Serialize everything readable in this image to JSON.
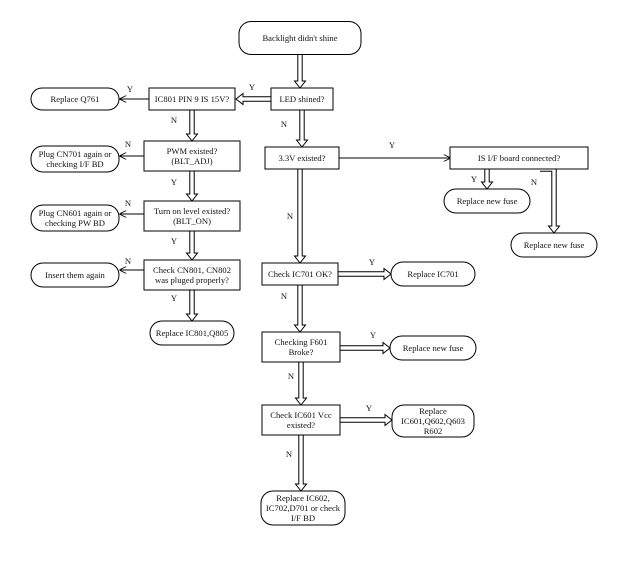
{
  "nodes": {
    "start": {
      "lines": [
        "Backlight didn't shine"
      ]
    },
    "led": {
      "lines": [
        "LED shined?"
      ]
    },
    "ic801": {
      "lines": [
        "IC801 PIN 9 IS 15V?"
      ]
    },
    "q761": {
      "lines": [
        "Replace  Q761"
      ]
    },
    "pwm": {
      "lines": [
        "PWM existed?",
        "(BLT_ADJ)"
      ]
    },
    "cn701": {
      "lines": [
        "Plug CN701 again or",
        "checking I/F BD"
      ]
    },
    "turnon": {
      "lines": [
        "Turn on level existed?",
        "(BLT_ON)"
      ]
    },
    "cn601": {
      "lines": [
        "Plug CN601 again or",
        "checking PW BD"
      ]
    },
    "cn801": {
      "lines": [
        "Check CN801, CN802",
        "was pluged properly?"
      ]
    },
    "insert": {
      "lines": [
        "Insert them again"
      ]
    },
    "ic801q805": {
      "lines": [
        "Replace IC801,Q805"
      ]
    },
    "v33": {
      "lines": [
        "3.3V existed?"
      ]
    },
    "ifboard": {
      "lines": [
        "IS I/F board connected?"
      ]
    },
    "fuse1": {
      "lines": [
        "Replace new fuse"
      ]
    },
    "fuse2": {
      "lines": [
        "Replace new fuse"
      ]
    },
    "ic701chk": {
      "lines": [
        "Check  IC701 OK?"
      ]
    },
    "ic701rep": {
      "lines": [
        "Replace  IC701"
      ]
    },
    "f601": {
      "lines": [
        "Checking F601",
        "Broke?"
      ]
    },
    "fuse3": {
      "lines": [
        "Replace new fuse"
      ]
    },
    "ic601chk": {
      "lines": [
        "Check IC601 Vcc",
        "existed?"
      ]
    },
    "ic601rep": {
      "lines": [
        "Replace",
        "IC601,Q602,Q603",
        "R602"
      ]
    },
    "ic602rep": {
      "lines": [
        "Replace  IC602,",
        "IC702,D701 or check",
        "I/F BD"
      ]
    }
  },
  "edge_labels": {
    "yes": "Y",
    "no": "N"
  }
}
